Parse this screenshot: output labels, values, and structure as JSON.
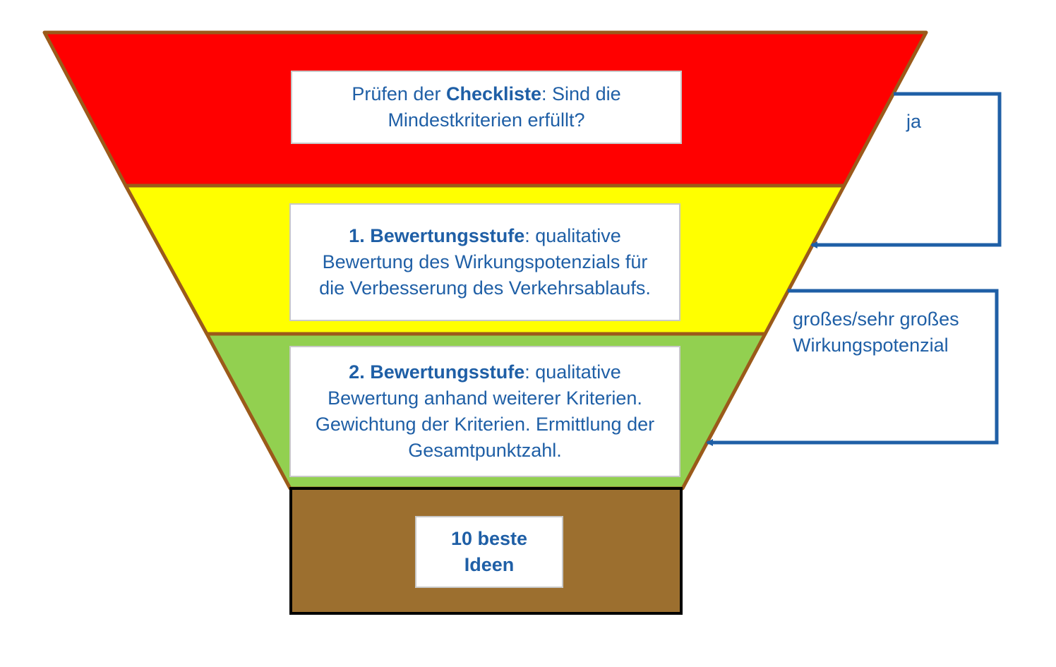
{
  "stages": [
    {
      "color": "#ff0000",
      "bold": "Checkliste",
      "lead": "Prüfen der ",
      "rest": ": Sind die Mindestkriterien erfüllt?"
    },
    {
      "color": "#ffff00",
      "lead": "",
      "bold": "1. Bewertungsstufe",
      "rest": ": qualitative Bewertung des Wirkungspotenzials für die Verbesserung des Verkehrsablaufs."
    },
    {
      "color": "#92d050",
      "lead": "",
      "bold": "2. Bewertungsstufe",
      "rest": ": qualitative Bewertung anhand weiterer Kriterien. Gewichtung der Kriterien. Ermittlung der Gesamtpunktzahl."
    }
  ],
  "result": {
    "color": "#9c6f2f",
    "text": "10 beste Ideen"
  },
  "arrows": [
    {
      "label": "ja"
    },
    {
      "label": "großes/sehr großes Wirkungspotenzial"
    }
  ],
  "colors": {
    "outline": "#9b5a1a",
    "arrow": "#1f5fa6",
    "text": "#1f5fa6",
    "box_border": "#000000"
  }
}
